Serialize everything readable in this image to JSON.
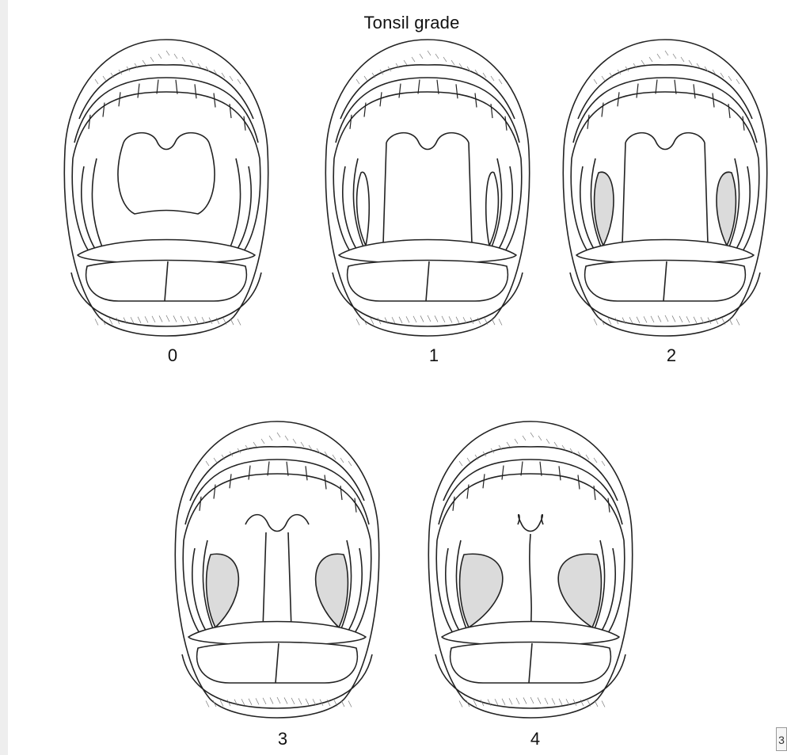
{
  "title": "Tonsil grade",
  "grades": [
    {
      "label": "0",
      "tonsil_level": 0
    },
    {
      "label": "1",
      "tonsil_level": 1
    },
    {
      "label": "2",
      "tonsil_level": 2
    },
    {
      "label": "3",
      "tonsil_level": 3
    },
    {
      "label": "4",
      "tonsil_level": 4
    }
  ],
  "corner_mark": "3",
  "colors": {
    "line": "#222222",
    "shade": "#bdbdbd",
    "background": "#ffffff"
  }
}
